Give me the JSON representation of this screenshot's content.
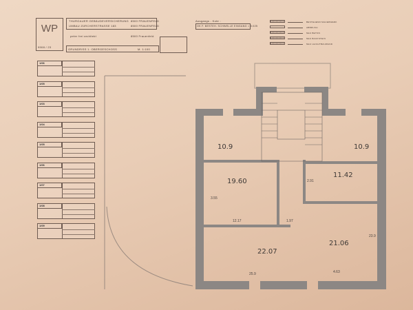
{
  "title_block": {
    "logo": "WP",
    "client": "THURGAUER GEBÄUDEVERSICHERUNG",
    "client_city": "8500 FRAUENFELD",
    "project": "UMBAU ZÜRCHERSTRASSE 183",
    "project_city": "8500 FRAUENFELD",
    "architect": "peter frei architekt",
    "architect_city": "8500 Frauenfeld",
    "plan_number": "9908 / 23",
    "drawing_title": "GRUNDRISS 1. OBERGESCHOSS",
    "scale": "M. 1:100"
  },
  "ausgangskote": {
    "label": "Ausgangs - Kote :",
    "value": "OK F. BESTEH. SCHWELLE EINGANG = 0.025"
  },
  "legend": [
    {
      "label": "BESTEHEND MAUERWERK"
    },
    {
      "label": "ABBRUCH"
    },
    {
      "label": "NEU BETON"
    },
    {
      "label": "NEU BACKSTEIN"
    },
    {
      "label": "NEU LEICHTBAUWAND"
    }
  ],
  "room_cards": [
    {
      "tag": "1/06"
    },
    {
      "tag": "1/05"
    },
    {
      "tag": "1/03"
    },
    {
      "tag": "1/04"
    },
    {
      "tag": "1/05"
    },
    {
      "tag": "1/06"
    },
    {
      "tag": "1/07"
    },
    {
      "tag": "1/08"
    },
    {
      "tag": "1/09"
    }
  ],
  "rooms": [
    {
      "area": "10.9"
    },
    {
      "area": "10.9"
    },
    {
      "area": "19.60"
    },
    {
      "area": "11.42"
    },
    {
      "area": "22.07"
    },
    {
      "area": "21.06"
    }
  ],
  "dimensions": [
    "2.91",
    "3.55",
    "12.17",
    "1.97",
    "25.9",
    "4.63",
    "23.9"
  ],
  "colors": {
    "paper": "#e9cdb6",
    "wall": "#8c8784",
    "line": "#4a4340"
  }
}
